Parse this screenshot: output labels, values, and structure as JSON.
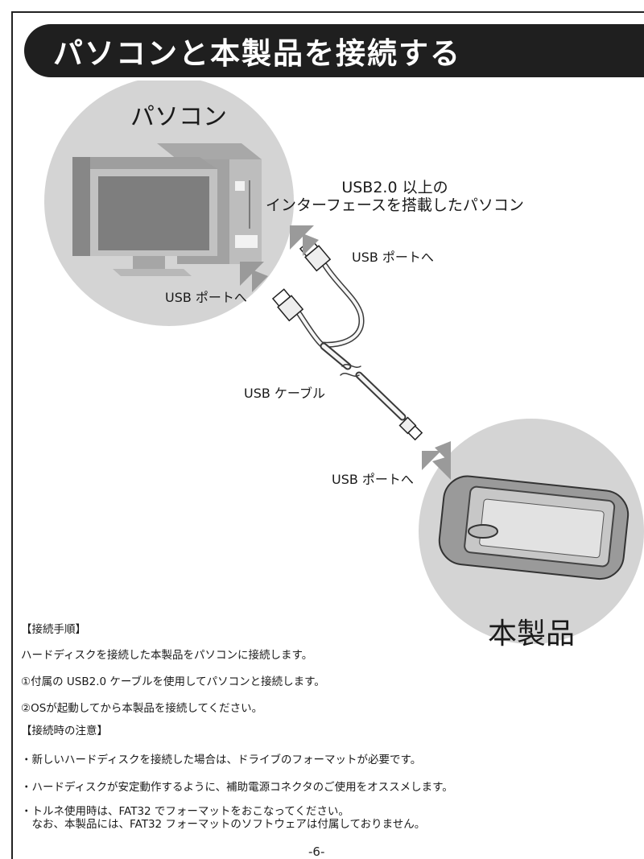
{
  "title": "パソコンと本製品を接続する",
  "diagram": {
    "pc_label": "パソコン",
    "interface_line1": "USB2.0 以上の",
    "interface_line2": "インターフェースを搭載したパソコン",
    "port_label_right": "USB ポートへ",
    "port_label_left": "USB ポートへ",
    "cable_label": "USB ケーブル",
    "port_label_device": "USB ポートへ",
    "product_label": "本製品"
  },
  "procedure": {
    "heading": "【接続手順】",
    "intro": "ハードディスクを接続した本製品をパソコンに接続します。",
    "step1": "①付属の USB2.0 ケーブルを使用してパソコンと接続します。",
    "step2": "②OSが起動してから本製品を接続してください。"
  },
  "notes": {
    "heading": "【接続時の注意】",
    "note1": "・新しいハードディスクを接続した場合は、ドライブのフォーマットが必要です。",
    "note2": "・ハードディスクが安定動作するように、補助電源コネクタのご使用をオススメします。",
    "note3_line1": "・トルネ使用時は、FAT32 でフォーマットをおこなってください。",
    "note3_line2": "　なお、本製品には、FAT32 フォーマットのソフトウェアは付属しておりません。"
  },
  "page_number": "-6-"
}
